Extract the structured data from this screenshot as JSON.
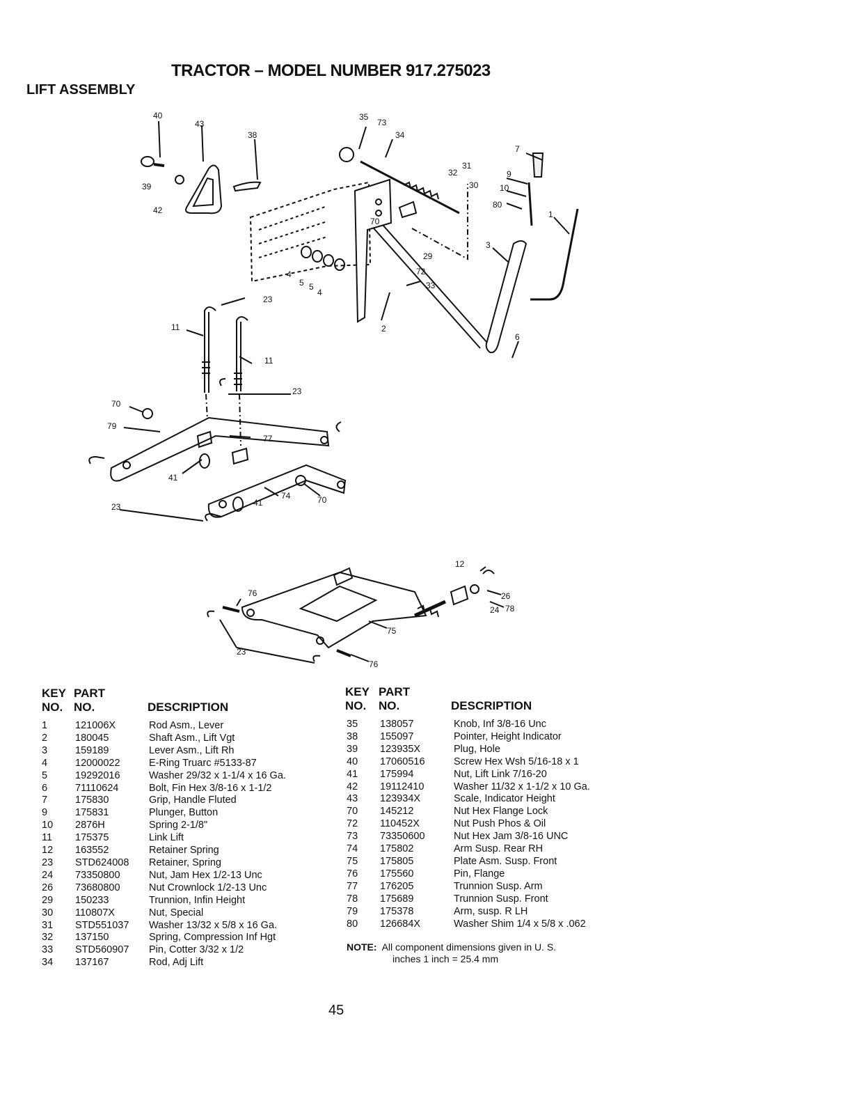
{
  "title": "TRACTOR – MODEL NUMBER 917.275023",
  "subtitle": "LIFT ASSEMBLY",
  "diagram_labels": [
    "40",
    "43",
    "38",
    "35",
    "73",
    "34",
    "7",
    "31",
    "32",
    "30",
    "9",
    "10",
    "80",
    "1",
    "39",
    "42",
    "70",
    "29",
    "72",
    "33",
    "3",
    "4",
    "5",
    "5",
    "4",
    "23",
    "2",
    "11",
    "6",
    "11",
    "23",
    "70",
    "79",
    "77",
    "41",
    "74",
    "41",
    "70",
    "23",
    "12",
    "76",
    "26",
    "24",
    "78",
    "75",
    "23",
    "76"
  ],
  "table_headers": {
    "key": "KEY",
    "no": "NO.",
    "part": "PART",
    "part_no": "NO.",
    "description": "DESCRIPTION"
  },
  "left_parts": [
    {
      "key": "1",
      "part": "121006X",
      "desc": "Rod Asm., Lever"
    },
    {
      "key": "2",
      "part": "180045",
      "desc": "Shaft Asm., Lift Vgt"
    },
    {
      "key": "3",
      "part": "159189",
      "desc": "Lever Asm., Lift Rh"
    },
    {
      "key": "4",
      "part": "12000022",
      "desc": "E-Ring Truarc #5133-87"
    },
    {
      "key": "5",
      "part": "19292016",
      "desc": "Washer 29/32 x 1-1/4 x 16 Ga."
    },
    {
      "key": "6",
      "part": "71110624",
      "desc": "Bolt, Fin Hex 3/8-16 x 1-1/2"
    },
    {
      "key": "7",
      "part": "175830",
      "desc": "Grip, Handle Fluted"
    },
    {
      "key": "9",
      "part": "175831",
      "desc": "Plunger, Button"
    },
    {
      "key": "10",
      "part": "2876H",
      "desc": "Spring 2-1/8\""
    },
    {
      "key": "11",
      "part": "175375",
      "desc": "Link Lift"
    },
    {
      "key": "12",
      "part": "163552",
      "desc": "Retainer Spring"
    },
    {
      "key": "23",
      "part": "STD624008",
      "desc": "Retainer, Spring"
    },
    {
      "key": "24",
      "part": "73350800",
      "desc": "Nut, Jam Hex 1/2-13 Unc"
    },
    {
      "key": "26",
      "part": "73680800",
      "desc": "Nut Crownlock 1/2-13 Unc"
    },
    {
      "key": "29",
      "part": "150233",
      "desc": "Trunnion, Infin Height"
    },
    {
      "key": "30",
      "part": "110807X",
      "desc": "Nut, Special"
    },
    {
      "key": "31",
      "part": "STD551037",
      "desc": "Washer 13/32 x 5/8 x 16 Ga."
    },
    {
      "key": "32",
      "part": "137150",
      "desc": "Spring, Compression Inf Hgt"
    },
    {
      "key": "33",
      "part": "STD560907",
      "desc": "Pin, Cotter 3/32 x 1/2"
    },
    {
      "key": "34",
      "part": "137167",
      "desc": "Rod, Adj Lift"
    }
  ],
  "right_parts": [
    {
      "key": "35",
      "part": "138057",
      "desc": "Knob, Inf 3/8-16 Unc"
    },
    {
      "key": "38",
      "part": "155097",
      "desc": "Pointer, Height Indicator"
    },
    {
      "key": "39",
      "part": "123935X",
      "desc": "Plug, Hole"
    },
    {
      "key": "40",
      "part": "17060516",
      "desc": "Screw Hex Wsh 5/16-18 x 1"
    },
    {
      "key": "41",
      "part": "175994",
      "desc": "Nut, Lift Link 7/16-20"
    },
    {
      "key": "42",
      "part": "19112410",
      "desc": "Washer 11/32 x 1-1/2 x 10 Ga."
    },
    {
      "key": "43",
      "part": "123934X",
      "desc": "Scale, Indicator Height"
    },
    {
      "key": "70",
      "part": "145212",
      "desc": "Nut Hex Flange Lock"
    },
    {
      "key": "72",
      "part": "110452X",
      "desc": "Nut Push Phos & Oil"
    },
    {
      "key": "73",
      "part": "73350600",
      "desc": "Nut Hex Jam 3/8-16 UNC"
    },
    {
      "key": "74",
      "part": "175802",
      "desc": "Arm Susp. Rear RH"
    },
    {
      "key": "75",
      "part": "175805",
      "desc": "Plate Asm. Susp. Front"
    },
    {
      "key": "76",
      "part": "175560",
      "desc": "Pin, Flange"
    },
    {
      "key": "77",
      "part": "176205",
      "desc": "Trunnion Susp. Arm"
    },
    {
      "key": "78",
      "part": "175689",
      "desc": "Trunnion Susp. Front"
    },
    {
      "key": "79",
      "part": "175378",
      "desc": "Arm, susp. R LH"
    },
    {
      "key": "80",
      "part": "126684X",
      "desc": "Washer Shim 1/4 x 5/8 x .062"
    }
  ],
  "note": {
    "label": "NOTE:",
    "line1": "All component dimensions given in U. S.",
    "line2": "inches 1 inch = 25.4 mm"
  },
  "page_number": "45"
}
